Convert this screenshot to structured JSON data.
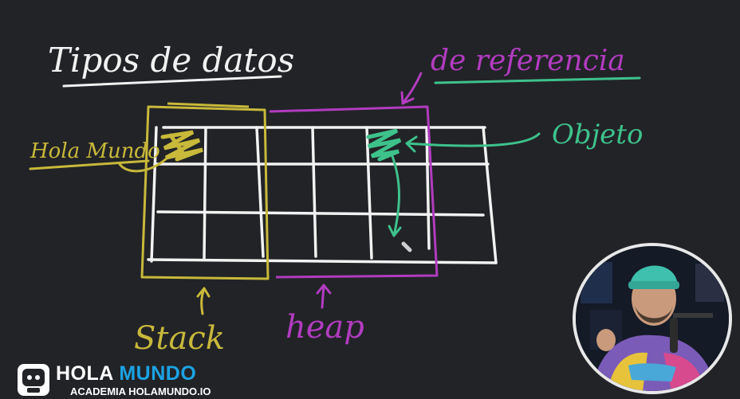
{
  "whiteboard": {
    "title": "Tipos de datos",
    "reference_label": "de referencia",
    "string_label": "Hola Mundo",
    "object_label": "Objeto",
    "stack_label": "Stack",
    "heap_label": "heap"
  },
  "colors": {
    "background": "#222327",
    "chalk_white": "#f2f2f2",
    "stack_yellow": "#c8b93a",
    "heap_magenta": "#b13cbf",
    "object_green": "#3ec28c",
    "brand_blue": "#1ba3e4"
  },
  "brand": {
    "name_part1": "HOLA",
    "name_part2": "MUNDO",
    "subtitle": "ACADEMIA HOLAMUNDO.IO"
  },
  "icons": {
    "cursor": "pencil-cursor-icon",
    "logo": "holamundo-logo-icon"
  }
}
